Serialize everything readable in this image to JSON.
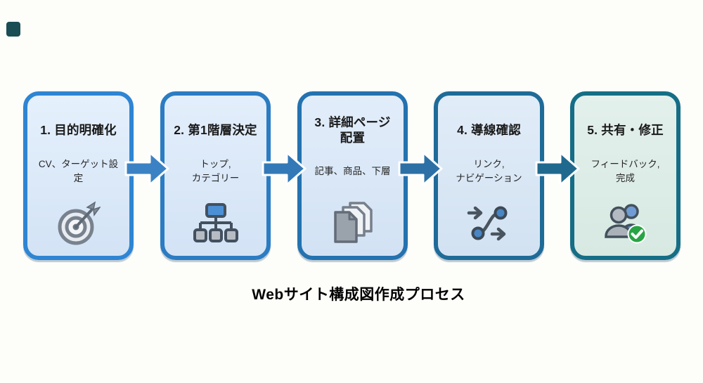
{
  "page": {
    "background_color": "#fdfdfa",
    "corner_mark_color": "#1b4d55"
  },
  "caption": {
    "text": "Webサイト構成図作成プロセス",
    "text_color": "#3e4d5e",
    "line_color": "#c9d0d9"
  },
  "steps": [
    {
      "title": "1. 目的明確化",
      "subtitle": "CV、ターゲット設\n定",
      "icon": "target-icon",
      "colors": {
        "border": "#2e85d3",
        "bg_top": "#e5f0fc",
        "bg_bottom": "#d3e3f5"
      }
    },
    {
      "title": "2. 第1階層決定",
      "subtitle": "トップ,\nカテゴリー",
      "icon": "sitemap-icon",
      "colors": {
        "border": "#2b7cc2",
        "bg_top": "#e3eefb",
        "bg_bottom": "#d3e3f5"
      }
    },
    {
      "title": "3. 詳細ページ\n配置",
      "subtitle": "記事、商品、下層",
      "icon": "pages-icon",
      "colors": {
        "border": "#2472af",
        "bg_top": "#e2edfa",
        "bg_bottom": "#d2e2f4"
      }
    },
    {
      "title": "4. 導線確認",
      "subtitle": "リンク,\nナビゲーション",
      "icon": "route-icon",
      "colors": {
        "border": "#1f6b98",
        "bg_top": "#e1ecf8",
        "bg_bottom": "#d2e2f2"
      }
    },
    {
      "title": "5. 共有・修正",
      "subtitle": "フィードバック,\n完成",
      "icon": "people-check-icon",
      "colors": {
        "border": "#156e86",
        "bg_top": "#e3f0ec",
        "bg_bottom": "#d7e9e2"
      }
    }
  ],
  "arrows": [
    {
      "color": "#3b82c4"
    },
    {
      "color": "#3379b8"
    },
    {
      "color": "#2d70a6"
    },
    {
      "color": "#20698e"
    }
  ]
}
